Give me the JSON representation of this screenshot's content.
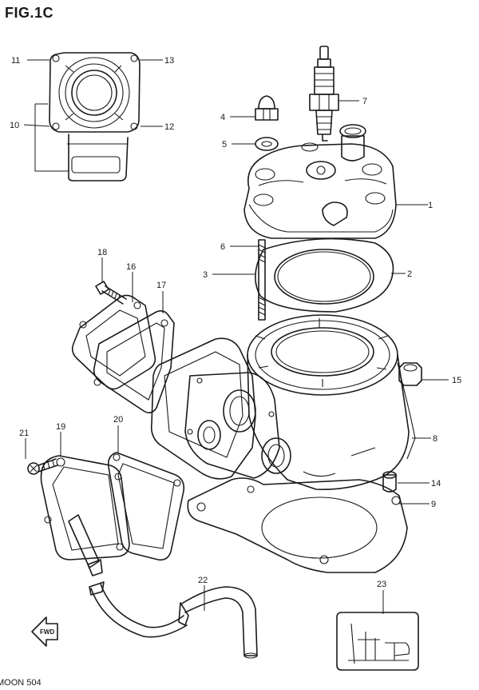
{
  "figure": {
    "title": "FIG.1C",
    "page_code": "MOON 504"
  },
  "fwd_label": "FWD",
  "callouts": {
    "c1": "1",
    "c2": "2",
    "c3": "3",
    "c4": "4",
    "c5": "5",
    "c6": "6",
    "c7": "7",
    "c8": "8",
    "c9": "9",
    "c10": "10",
    "c11": "11",
    "c12": "12",
    "c13": "13",
    "c14": "14",
    "c15": "15",
    "c16": "16",
    "c17": "17",
    "c18": "18",
    "c19": "19",
    "c20": "20",
    "c21": "21",
    "c22": "22",
    "c23": "23"
  }
}
